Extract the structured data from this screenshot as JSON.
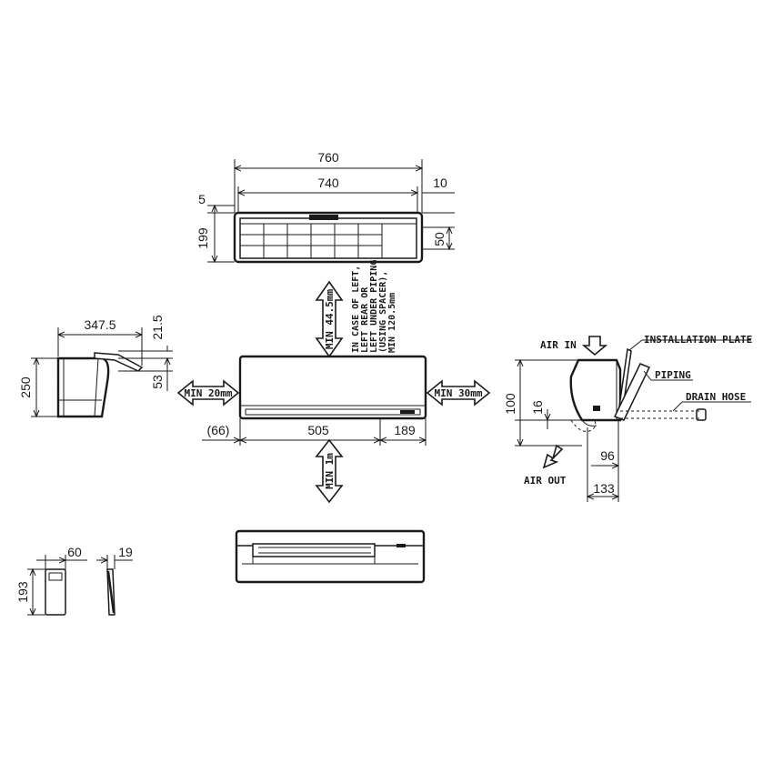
{
  "top_view": {
    "dim_width_total": "760",
    "dim_width_inner": "740",
    "dim_right_offset": "10",
    "dim_top_offset": "5",
    "dim_height": "199",
    "dim_right_height": "50"
  },
  "side_view_left": {
    "dim_depth": "347.5",
    "dim_top": "21.5",
    "dim_mid": "53",
    "dim_height": "250"
  },
  "front_view": {
    "clearance_top": "MIN 44.5mm",
    "clearance_note": [
      "IN CASE OF LEFT,",
      "LEFT REAR OR",
      "LEFT UNDER PIPING",
      "(USING SPACER),",
      "MIN 120.5mm"
    ],
    "clearance_left": "MIN 20mm",
    "clearance_right": "MIN 30mm",
    "clearance_bottom": "MIN 1m",
    "dim_left": "(66)",
    "dim_center": "505",
    "dim_right": "189"
  },
  "side_view_right": {
    "air_in": "AIR IN",
    "air_out": "AIR OUT",
    "installation_plate": "INSTALLATION PLATE",
    "piping": "PIPING",
    "drain_hose": "DRAIN HOSE",
    "dim_100": "100",
    "dim_16": "16",
    "dim_96": "96",
    "dim_133": "133"
  },
  "remote": {
    "dim_width": "60",
    "dim_depth": "19",
    "dim_height": "193"
  }
}
